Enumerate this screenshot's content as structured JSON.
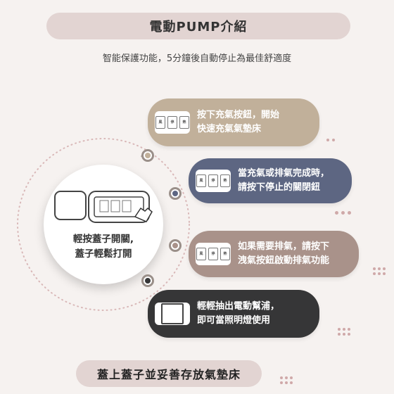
{
  "header": {
    "title": "電動PUMP介紹",
    "subtitle": "智能保護功能，5分鐘後自動停止為最佳舒適度"
  },
  "center": {
    "line1": "輕按蓋子開關,",
    "line2": "蓋子輕鬆打開"
  },
  "steps": [
    {
      "line1": "按下充氣按鈕，開始",
      "line2": "快速充氣氣墊床",
      "icon": "pump-control-panel-icon"
    },
    {
      "line1": "當充氣或排氣完成時，",
      "line2": "請按下停止的關閉鈕",
      "icon": "pump-control-panel-icon"
    },
    {
      "line1": "如果需要排氣，請按下",
      "line2": "洩氣按鈕啟動排氣功能",
      "icon": "pump-control-panel-icon"
    },
    {
      "line1": "輕輕抽出電動幫浦，",
      "line2": "即可當照明燈使用",
      "icon": "lamp-icon"
    }
  ],
  "footer": {
    "text": "蓋上蓋子並妥善存放氣墊床"
  },
  "colors": {
    "step1": "#c1b09a",
    "step2": "#5d6682",
    "step3": "#a9928a",
    "step4": "#363637",
    "pill": "#e2d4d2"
  }
}
